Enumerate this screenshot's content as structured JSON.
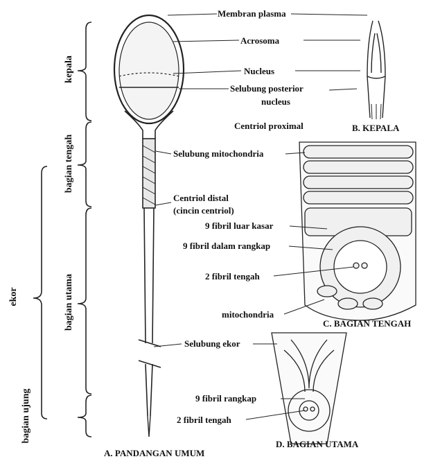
{
  "labels": {
    "membran_plasma": "Membran plasma",
    "acrosoma": "Acrosoma",
    "nucleus": "Nucleus",
    "selubung_posterior_1": "Selubung posterior",
    "selubung_posterior_2": "nucleus",
    "centriol_proximal": "Centriol proximal",
    "selubung_mitochondria": "Selubung mitochondria",
    "centriol_distal_1": "Centriol distal",
    "centriol_distal_2": "(cincin centriol)",
    "fibril_luar_kasar": "9 fibril luar kasar",
    "fibril_dalam_rangkap": "9 fibril dalam rangkap",
    "fibril_tengah_c": "2 fibril tengah",
    "mitochondria": "mitochondria",
    "selubung_ekor": "Selubung ekor",
    "fibril_rangkap": "9 fibril rangkap",
    "fibril_tengah_d": "2 fibril tengah"
  },
  "captions": {
    "a": "A. PANDANGAN UMUM",
    "b": "B. KEPALA",
    "c": "C. BAGIAN TENGAH",
    "d": "D. BAGIAN UTAMA"
  },
  "regions": {
    "kepala": "kepala",
    "bagian_tengah": "bagian tengah",
    "ekor": "ekor",
    "bagian_utama": "bagian utama",
    "bagian_ujung": "bagian ujung"
  }
}
